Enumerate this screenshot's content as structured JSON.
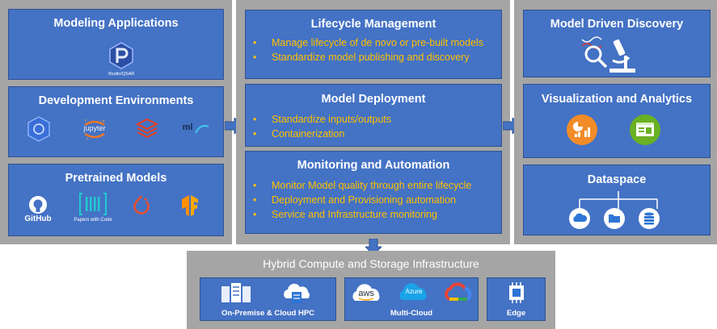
{
  "left": {
    "modeling": {
      "title": "Modeling Applications",
      "logo_caption": "Studio/QSAR"
    },
    "devenv": {
      "title": "Development Environments",
      "jupyter_label": "jupyter",
      "mlflow_label": "ml"
    },
    "pretrained": {
      "title": "Pretrained Models",
      "github_label": "GitHub",
      "pwc_label": "Papers with Code"
    }
  },
  "middle": {
    "lifecycle": {
      "title": "Lifecycle Management",
      "bullets": [
        "Manage lifecycle of de novo or pre-built models",
        "Standardize model publishing and discovery"
      ]
    },
    "deployment": {
      "title": "Model Deployment",
      "bullets": [
        "Standardize inputs/outputs",
        "Containerization"
      ]
    },
    "monitoring": {
      "title": "Monitoring and Automation",
      "bullets": [
        "Monitor Model quality through entire lifecycle",
        "Deployment and Provisioning automation",
        "Service and Infrastructure monitoring"
      ]
    }
  },
  "right": {
    "discovery": {
      "title": "Model Driven Discovery"
    },
    "visualization": {
      "title": "Visualization and Analytics"
    },
    "dataspace": {
      "title": "Dataspace"
    }
  },
  "hybrid": {
    "title": "Hybrid Compute and Storage Infrastructure",
    "onprem": {
      "label": "On-Premise & Cloud HPC"
    },
    "multicloud": {
      "label": "Multi-Cloud",
      "aws": "aws",
      "azure": "Azure"
    },
    "edge": {
      "label": "Edge"
    }
  },
  "colors": {
    "panel": "#a5a5a5",
    "box": "#4472c4",
    "bullet_text": "#ffc000",
    "orange_icon": "#f28c28",
    "green_icon": "#6ab023"
  }
}
